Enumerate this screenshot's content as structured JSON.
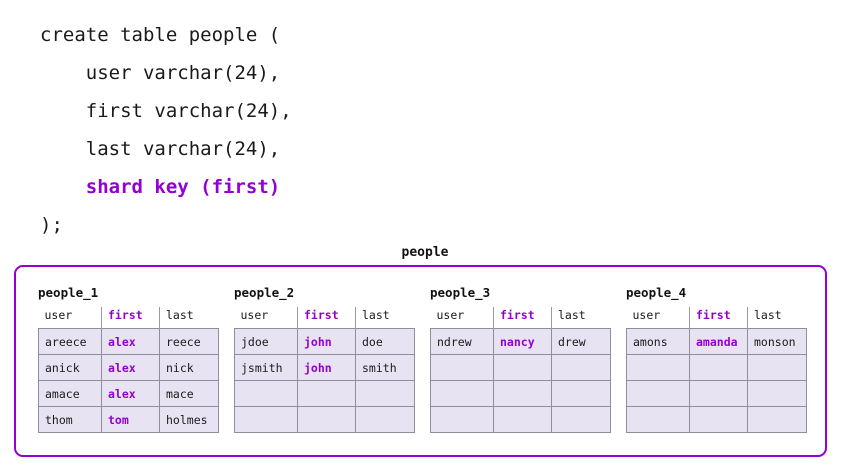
{
  "sql": {
    "lines": [
      {
        "text": "create table people (",
        "accent": false
      },
      {
        "text": "    user varchar(24),",
        "accent": false
      },
      {
        "text": "    first varchar(24),",
        "accent": false
      },
      {
        "text": "    last varchar(24),",
        "accent": false
      },
      {
        "text": "    shard key (first)",
        "accent": true
      },
      {
        "text": ");",
        "accent": false
      }
    ]
  },
  "diagram": {
    "title": "people",
    "accent_color": "#9400d3",
    "cell_fill": "#e7e3f2",
    "cell_border": "#8e8e9c",
    "columns": [
      "user",
      "first",
      "last"
    ],
    "key_column": "first",
    "rows_per_shard": 4,
    "shards": [
      {
        "name": "people_1",
        "rows": [
          {
            "user": "areece",
            "first": "alex",
            "last": "reece"
          },
          {
            "user": "anick",
            "first": "alex",
            "last": "nick"
          },
          {
            "user": "amace",
            "first": "alex",
            "last": "mace"
          },
          {
            "user": "thom",
            "first": "tom",
            "last": "holmes"
          }
        ]
      },
      {
        "name": "people_2",
        "rows": [
          {
            "user": "jdoe",
            "first": "john",
            "last": "doe"
          },
          {
            "user": "jsmith",
            "first": "john",
            "last": "smith"
          },
          {
            "user": "",
            "first": "",
            "last": ""
          },
          {
            "user": "",
            "first": "",
            "last": ""
          }
        ]
      },
      {
        "name": "people_3",
        "rows": [
          {
            "user": "ndrew",
            "first": "nancy",
            "last": "drew"
          },
          {
            "user": "",
            "first": "",
            "last": ""
          },
          {
            "user": "",
            "first": "",
            "last": ""
          },
          {
            "user": "",
            "first": "",
            "last": ""
          }
        ]
      },
      {
        "name": "people_4",
        "rows": [
          {
            "user": "amons",
            "first": "amanda",
            "last": "monson"
          },
          {
            "user": "",
            "first": "",
            "last": ""
          },
          {
            "user": "",
            "first": "",
            "last": ""
          },
          {
            "user": "",
            "first": "",
            "last": ""
          }
        ]
      }
    ]
  }
}
